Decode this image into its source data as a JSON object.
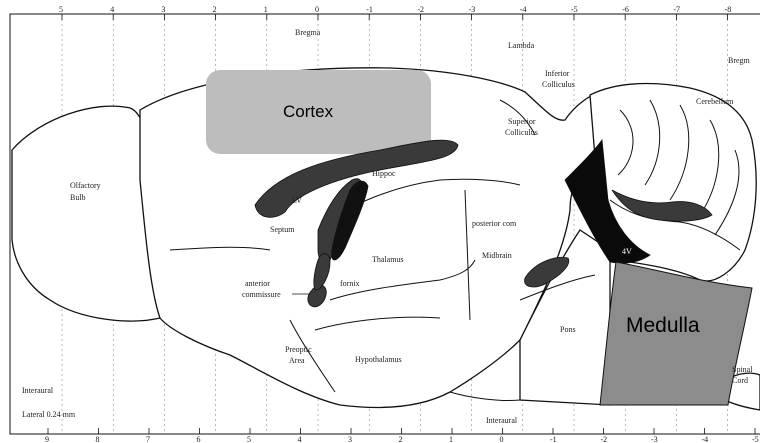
{
  "region_labels": {
    "cortex": "Cortex",
    "medulla": "Medulla"
  },
  "landmarks": {
    "bregma_top": "Bregma",
    "bregma_right": "Bregm",
    "lambda": "Lambda",
    "interaural_left": "Interaural",
    "interaural_bottom": "Interaural",
    "lateral": "Lateral 0.24 mm"
  },
  "structures": {
    "olfactory_bulb": [
      "Olfactory",
      "Bulb"
    ],
    "inferior_colliculus": [
      "Inferior",
      "Colliculus"
    ],
    "superior_colliculus": [
      "Superior",
      "Colliculus"
    ],
    "cerebellum": "Cerebellum",
    "hippoc": "Hippoc",
    "lv": "LV",
    "septum": "Septum",
    "thalamus": "Thalamus",
    "posterior_com": "posterior com",
    "midbrain": "Midbrain",
    "fourth_ventricle": "4V",
    "anterior_commissure": [
      "anterior",
      "commissure"
    ],
    "fornix": "fornix",
    "preoptic_area": [
      "Preoptic",
      "Area"
    ],
    "hypothalamus": "Hypothalamus",
    "pons": "Pons",
    "spinal_cord": [
      "Spinal",
      "Cord"
    ]
  },
  "top_ticks": [
    "5",
    "4",
    "3",
    "2",
    "1",
    "0",
    "-1",
    "-2",
    "-3",
    "-4",
    "-5",
    "-6",
    "-7",
    "-8"
  ],
  "bottom_ticks": [
    "9",
    "8",
    "7",
    "6",
    "5",
    "4",
    "3",
    "2",
    "1",
    "0",
    "-1",
    "-2",
    "-3",
    "-4",
    "-5"
  ],
  "colors": {
    "cortex_fill": "#bdbdbd",
    "medulla_fill": "#8c8c8c",
    "ventricle_fill": "#3a3a3a",
    "outline": "#111111"
  }
}
